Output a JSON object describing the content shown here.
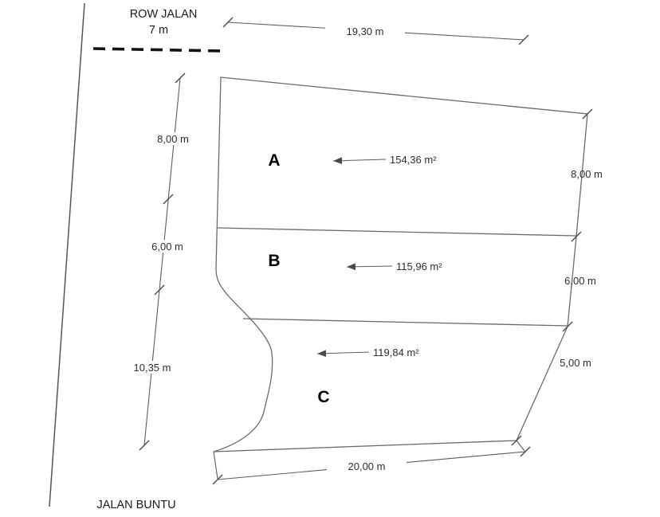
{
  "roads": {
    "row_jalan_label": "ROW JALAN",
    "row_jalan_width": "7 m",
    "dead_end_label": "JALAN BUNTU"
  },
  "plot": {
    "dim_top": "19,30 m",
    "dim_bottom": "20,00 m",
    "left": {
      "a": "8,00 m",
      "b": "6,00 m",
      "c": "10,35 m"
    },
    "right": {
      "a": "8,00 m",
      "b": "6,00 m",
      "c": "5,00 m"
    },
    "parcels": [
      {
        "label": "A",
        "area": "154,36 m²"
      },
      {
        "label": "B",
        "area": "115,96 m²"
      },
      {
        "label": "C",
        "area": "119,84 m²"
      }
    ]
  },
  "colors": {
    "plot_line": "#6a6a6a",
    "dashed_road_line": "#141414",
    "text": "#2d2d2d",
    "background": "#ffffff"
  }
}
